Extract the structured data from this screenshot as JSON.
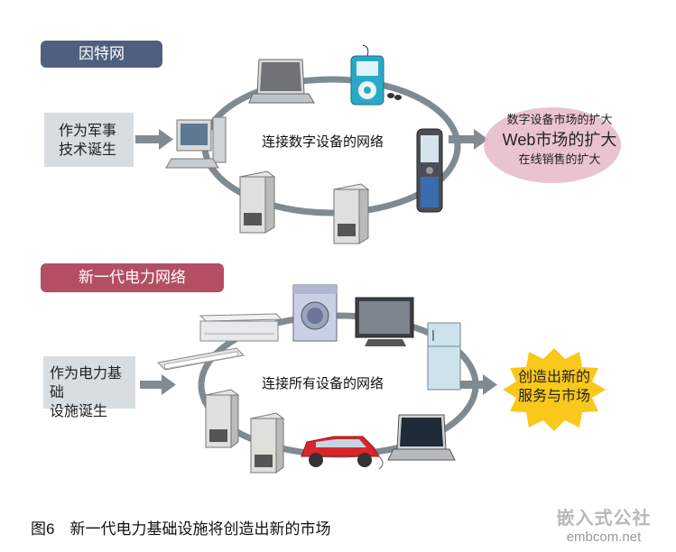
{
  "top": {
    "tag": "因特网",
    "origin_lines": [
      "作为军事",
      "技术诞生"
    ],
    "ring_label": "连接数字设备的网络",
    "result_lines": [
      "数字设备市场的扩大",
      "Web市场的扩大",
      "在线销售的扩大"
    ],
    "colors": {
      "tag_bg": "#4f5f80",
      "glow": "#e6b9c9"
    }
  },
  "bottom": {
    "tag": "新一代电力网络",
    "origin_lines": [
      "作为电力基础",
      "设施诞生"
    ],
    "ring_label": "连接所有设备的网络",
    "result_lines": [
      "创造出新的",
      "服务与市场"
    ],
    "colors": {
      "tag_bg": "#b34e63",
      "burst": "#f8c81a"
    }
  },
  "caption": "图6　新一代电力基础设施将创造出新的市场",
  "watermark": {
    "brand": "嵌入式公社",
    "url": "embcom.net"
  }
}
